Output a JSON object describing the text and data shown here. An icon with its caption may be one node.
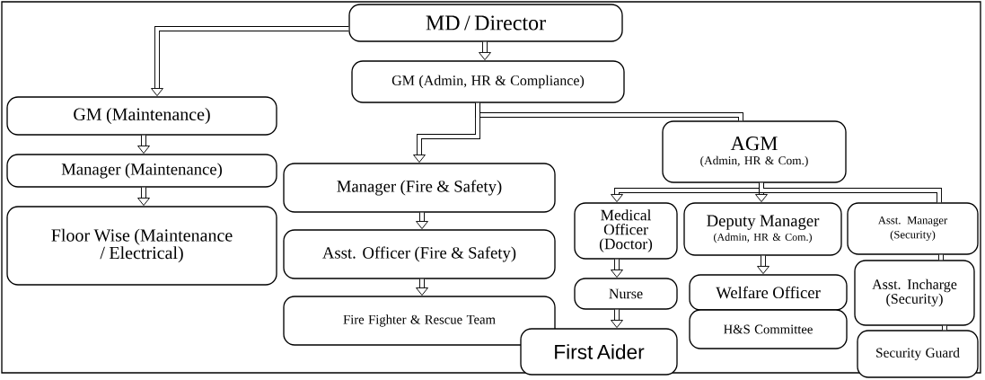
{
  "diagram": {
    "nodes": [
      {
        "text": [
          "MD / Director"
        ]
      },
      {
        "text": [
          "GM (Admin, HR & Compliance)"
        ]
      },
      {
        "text": [
          "GM (Maintenance)"
        ]
      },
      {
        "text": [
          "Manager (Maintenance)"
        ]
      },
      {
        "text": [
          "Floor Wise (Maintenance / Electrical)"
        ]
      },
      {
        "text": [
          "AGM",
          "(Admin, HR & Com.)"
        ]
      },
      {
        "text": [
          "Manager (Fire & Safety)"
        ]
      },
      {
        "text": [
          "Asst. Officer (Fire & Safety)"
        ]
      },
      {
        "text": [
          "Fire Fighter & Rescue Team"
        ]
      },
      {
        "text": [
          "Medical Officer (Doctor)"
        ]
      },
      {
        "text": [
          "Nurse"
        ]
      },
      {
        "text": [
          "First Aider"
        ]
      },
      {
        "text": [
          "Deputy Manager",
          "(Admin, HR & Com.)"
        ]
      },
      {
        "text": [
          "Welfare Officer"
        ]
      },
      {
        "text": [
          "H&S Committee"
        ]
      },
      {
        "text": [
          "Asst. Manager (Security)"
        ]
      },
      {
        "text": [
          "Asst. Incharge (Security)"
        ]
      },
      {
        "text": [
          "Security Guard"
        ]
      }
    ],
    "edges": [
      {
        "from": 0,
        "to": 2,
        "arrow": "to"
      },
      {
        "from": 0,
        "to": 1,
        "arrow": "to"
      },
      {
        "from": 1,
        "to": 5,
        "arrow": "none"
      },
      {
        "from": 1,
        "to": 6,
        "arrow": "to"
      },
      {
        "from": 2,
        "to": 3,
        "arrow": "to"
      },
      {
        "from": 3,
        "to": 4,
        "arrow": "to"
      },
      {
        "from": 6,
        "to": 7,
        "arrow": "to"
      },
      {
        "from": 7,
        "to": 8,
        "arrow": "to"
      },
      {
        "from": 5,
        "to": 9,
        "arrow": "to"
      },
      {
        "from": 5,
        "to": 12,
        "arrow": "to"
      },
      {
        "from": 5,
        "to": 15,
        "arrow": "none"
      },
      {
        "from": 9,
        "to": 10,
        "arrow": "to"
      },
      {
        "from": 10,
        "to": 11,
        "arrow": "to"
      },
      {
        "from": 12,
        "to": 13,
        "arrow": "to"
      },
      {
        "from": 15,
        "to": 16,
        "arrow": "none"
      },
      {
        "from": 16,
        "to": 17,
        "arrow": "none"
      }
    ]
  }
}
